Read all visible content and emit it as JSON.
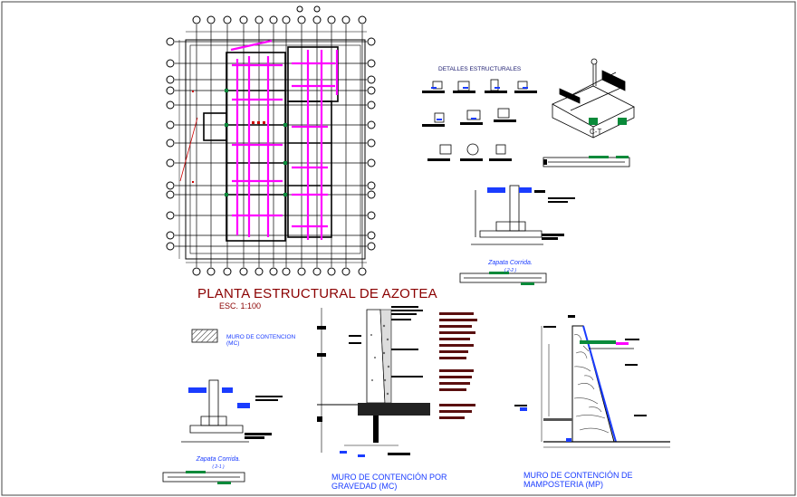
{
  "plan": {
    "title": "PLANTA ESTRUCTURAL DE AZOTEA",
    "scale": "ESC. 1:100"
  },
  "legend": {
    "label_line1": "MURO DE CONTENCION",
    "label_line2": "(MC)"
  },
  "details": {
    "title": "DETALLES ESTRUCTURALES",
    "ct_label": "C-T"
  },
  "zapata_upper": {
    "label": "Zapata Corrida.",
    "sub": "( 2-2 )"
  },
  "zapata_lower": {
    "label": "Zapata Corrida.",
    "sub": "( 2-1 )"
  },
  "wall_gravity": {
    "line1": "MURO DE CONTENCIÓN POR",
    "line2": "GRAVEDAD   (MC)"
  },
  "wall_masonry": {
    "line1": "MURO DE CONTENCIÓN DE",
    "line2": "MAMPOSTERIA  (MP)"
  },
  "colors": {
    "grid": "#000000",
    "rebar": "#ff00ff",
    "title": "#8b0000",
    "annotation": "#1a3cff",
    "hatch": "#555555"
  }
}
